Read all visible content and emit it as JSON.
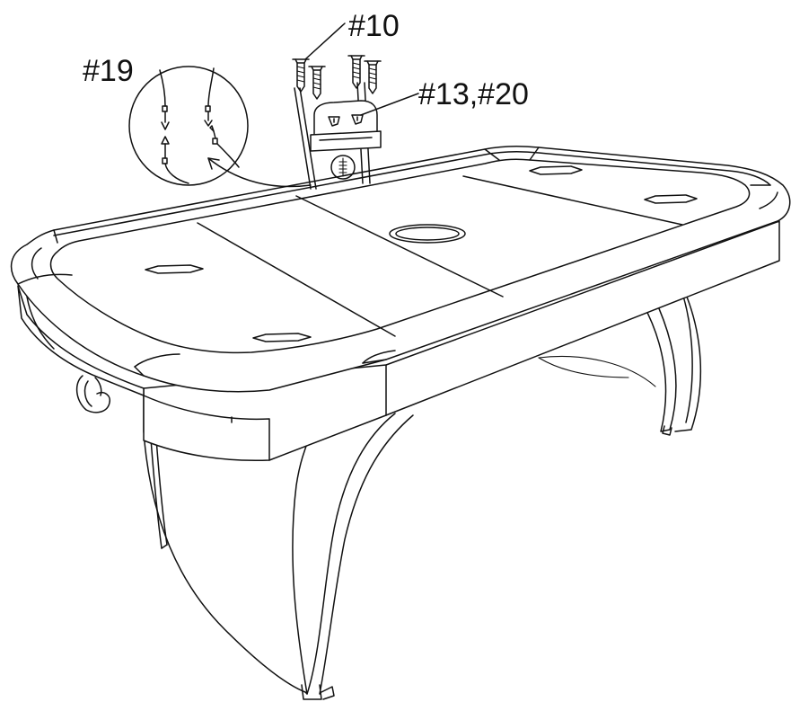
{
  "labels": {
    "part_19": "#19",
    "part_10": "#10",
    "part_13_20": "#13,#20"
  },
  "colors": {
    "line": "#111111",
    "background": "#ffffff"
  }
}
